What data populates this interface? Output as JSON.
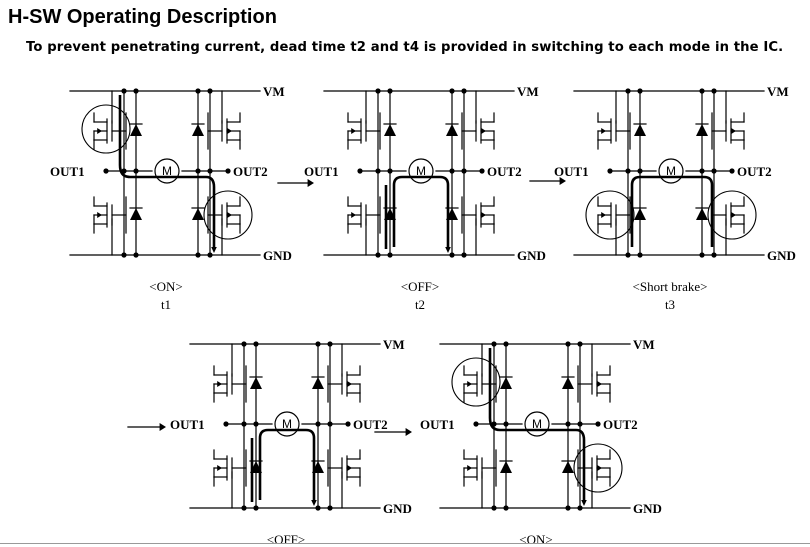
{
  "title": "H-SW Operating Description",
  "subtitle": "To prevent penetrating current, dead time t2 and t4 is provided in switching to each mode in the IC.",
  "labels": {
    "vm": "VM",
    "gnd": "GND",
    "out1": "OUT1",
    "out2": "OUT2",
    "motor": "M"
  },
  "panels": [
    {
      "id": "on-t1",
      "caption": "<ON>",
      "time": "t1",
      "circled": [
        "high-left",
        "low-right"
      ],
      "current": "diagonal-forward"
    },
    {
      "id": "off-t2",
      "caption": "<OFF>",
      "time": "t2",
      "circled": [],
      "current": "diode-recirculate"
    },
    {
      "id": "short-brake-t3",
      "caption": "<Short brake>",
      "time": "t3",
      "circled": [
        "low-left",
        "low-right"
      ],
      "current": "low-loop"
    },
    {
      "id": "off-t4",
      "caption": "<OFF>",
      "time": "",
      "circled": [],
      "current": "diode-recirculate"
    },
    {
      "id": "on-t5",
      "caption": "<ON>",
      "time": "",
      "circled": [
        "high-left",
        "low-right"
      ],
      "current": "diagonal-forward"
    }
  ],
  "colors": {
    "line": "#000000",
    "background": "#ffffff"
  }
}
